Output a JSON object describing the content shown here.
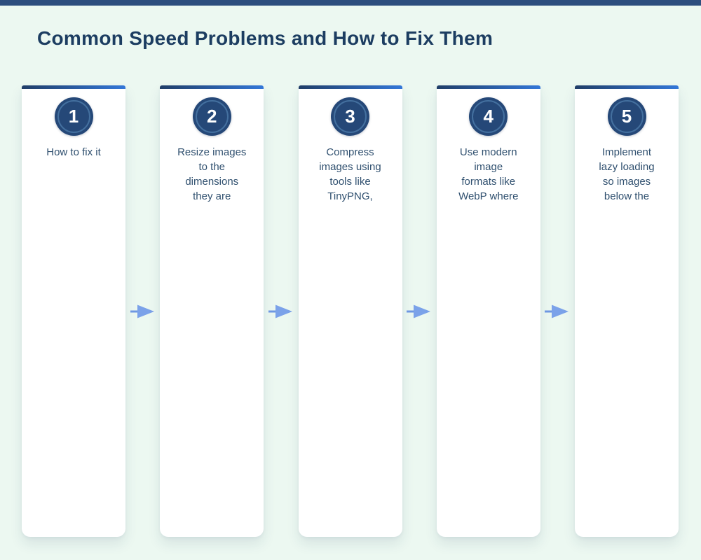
{
  "title": "Common Speed Problems and How to Fix Them",
  "steps": [
    {
      "number": "1",
      "text": "How to fix it"
    },
    {
      "number": "2",
      "text": "Resize images\nto the\ndimensions\nthey are"
    },
    {
      "number": "3",
      "text": "Compress\nimages using\ntools like\nTinyPNG,"
    },
    {
      "number": "4",
      "text": "Use modern\nimage\nformats like\nWebP where"
    },
    {
      "number": "5",
      "text": "Implement\nlazy loading\nso images\nbelow the"
    }
  ],
  "icons": {
    "connector": "right-arrow"
  },
  "colors": {
    "top_strip": "#2d4e7e",
    "background": "#ecf8f1",
    "title": "#1c3d61",
    "card_background": "#ffffff",
    "card_bar_gradient_start": "#203e68",
    "card_bar_gradient_end": "#3377d8",
    "badge_fill": "#254878",
    "badge_ring": "#44709f",
    "badge_number": "#ffffff",
    "step_text": "#30506f",
    "arrow": "#7ba2e9"
  }
}
